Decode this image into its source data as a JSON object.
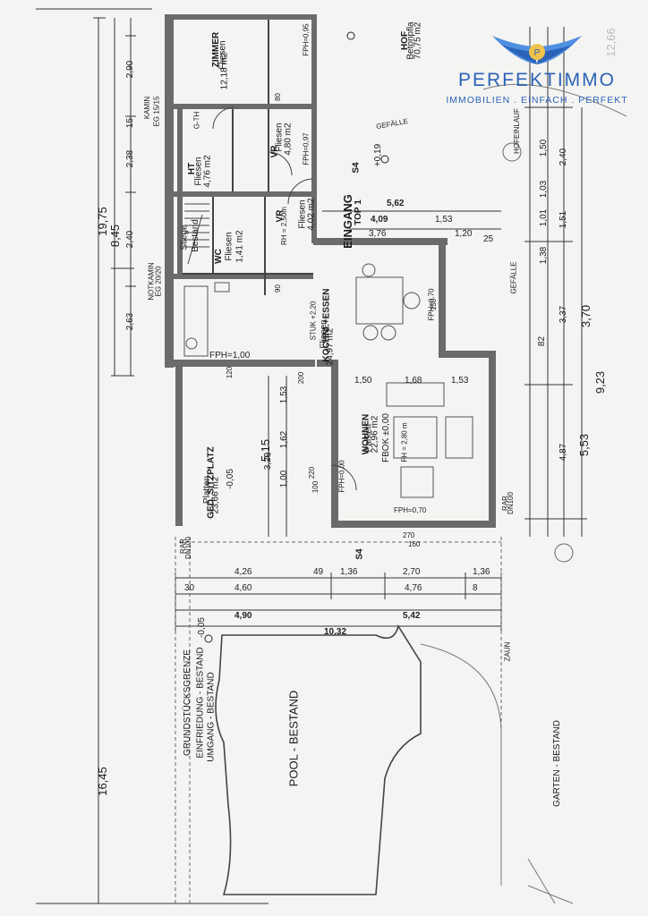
{
  "logo": {
    "brand": "PERFEKTIMMO",
    "tagline": "IMMOBILIEN . EINFACH . PERFEKT"
  },
  "colors": {
    "brand": "#2b63b8",
    "wall": "#6b6b6b",
    "line": "#2a2a2a",
    "paper": "#f4f4f2"
  },
  "rooms": {
    "zimmer": {
      "name": "ZIMMER",
      "floor": "Fliesen",
      "area": "12,18 m2"
    },
    "ht": {
      "name": "HT",
      "floor": "Fliesen",
      "area": "4,76 m2"
    },
    "vr1": {
      "name": "VR",
      "floor": "Fliesen",
      "area": "4,80 m2"
    },
    "vr2": {
      "name": "VR",
      "floor": "Fliesen",
      "area": "4,02 m2"
    },
    "wc": {
      "name": "WC",
      "floor": "Fliesen",
      "area": "1,41 m2"
    },
    "stiege": {
      "name": "Stiege",
      "note": "Bestand"
    },
    "kochen": {
      "name": "KOCHNI.+ESSEN",
      "floor": "Fliesen",
      "area": "24,97 m2"
    },
    "wohnen": {
      "name": "WOHNEN",
      "floor": "Parkett",
      "area": "22,96 m2"
    },
    "sitzplatz": {
      "name": "GED. SITZPLATZ",
      "floor": "Platten",
      "area": "23,66 m2",
      "level": "-0,05"
    },
    "hof": {
      "name": "HOF",
      "floor": "Betonpfla",
      "area": "70,75 m2"
    },
    "pool": {
      "name": "POOL - BESTAND"
    }
  },
  "labels": {
    "eingang": "EINGANG",
    "top": "TOP 1",
    "s4_top": "S4",
    "s4_bottom": "S4",
    "level_plus": "+0,19",
    "level_minus": "-0,05",
    "fbok": "FBOK ±0,00",
    "fh": "FH = 2,80 m",
    "rh": "RH = 2,50m",
    "stuk": "STUK +2,20",
    "fph_100": "FPH=1,00",
    "fph_095": "FPH=0,95",
    "fph_097": "FPH=0,97",
    "fph_070a": "FPH=0,70",
    "fph_070b": "FPH=0,70",
    "fph_000": "FPH=0,00",
    "gefaelle1": "GEFÄLLE",
    "gefaelle2": "GEFÄLLE",
    "hofeinlauf": "HOFEINLAUF",
    "kamin": "KAMIN",
    "kamin_eg": "EG 15/15",
    "notkamin": "NOTKAMIN",
    "notkamin_eg": "EG 20/20",
    "rar1": "RAR",
    "rar1_dn": "DN100",
    "rar2": "RAR",
    "rar2_dn": "DN100",
    "grundstueck": "GRUNDSTÜCKSGRENZE",
    "einfriedung": "EINFRIEDUNG - BESTAND",
    "umgang": "UMGANG - BESTAND",
    "zaun": "ZAUN",
    "garten": "GARTEN - BESTAND",
    "gth": "G-TH"
  },
  "dims": {
    "d_19_75": "19,75",
    "d_16_45": "16,45",
    "d_8_45": "8,45",
    "d_12_66": "12,66",
    "d_9_23": "9,23",
    "d_5_53": "5,53",
    "d_3_70": "3,70",
    "d_4_90": "4,90",
    "d_5_42": "5,42",
    "d_10_32": "10,32",
    "d_5_15": "5,15",
    "d_5_62": "5,62",
    "d_4_09": "4,09",
    "d_1_53a": "1,53",
    "d_3_76": "3,76",
    "d_1_20": "1,20",
    "d_25": "25",
    "d_4_26": "4,26",
    "d_4_60": "4,60",
    "d_30": "30",
    "d_49": "49",
    "d_1_36a": "1,36",
    "d_2_70": "2,70",
    "d_1_36b": "1,36",
    "d_4_76": "4,76",
    "d_8": "8",
    "d_2_90": "2,90",
    "d_2_38": "2,38",
    "d_2_40": "2,40",
    "d_2_63": "2,63",
    "d_15": "15",
    "d_1_53b": "1,53",
    "d_1_62": "1,62",
    "d_1_00": "1,00",
    "d_3_29": "3,29",
    "d_1_50": "1,50",
    "d_1_68": "1,68",
    "d_1_53c": "1,53",
    "d_2_40r": "2,40",
    "d_1_50r": "1,50",
    "d_1_03": "1,03",
    "d_1_51": "1,51",
    "d_1_01": "1,01",
    "d_1_38": "1,38",
    "d_3_37": "3,37",
    "d_4_87": "4,87",
    "d_82": "82",
    "d_270": "270",
    "d_160": "160",
    "d_150": "150",
    "d_120": "120",
    "d_200": "200",
    "d_220": "220",
    "d_100": "100",
    "d_90": "90",
    "d_80": "80"
  }
}
